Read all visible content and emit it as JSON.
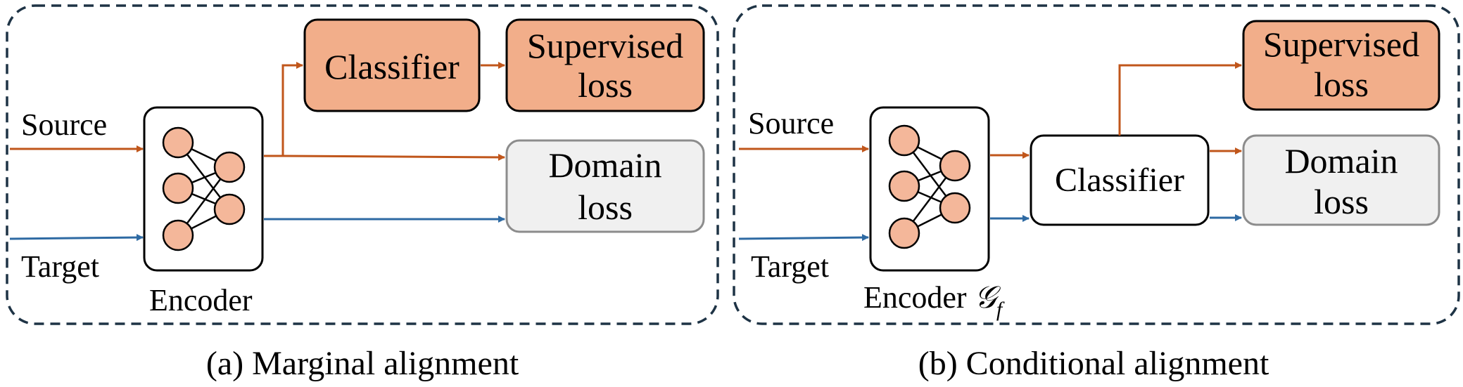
{
  "panel_a": {
    "caption": "(a) Marginal alignment",
    "source_label": "Source",
    "target_label": "Target",
    "encoder_label": "Encoder",
    "classifier_label": "Classifier",
    "supervised_loss_line1": "Supervised",
    "supervised_loss_line2": "loss",
    "domain_loss_line1": "Domain",
    "domain_loss_line2": "loss"
  },
  "panel_b": {
    "caption": "(b) Conditional alignment",
    "source_label": "Source",
    "target_label": "Target",
    "encoder_label": "Encoder",
    "encoder_symbol": "𝒢",
    "encoder_subscript": "f",
    "classifier_label": "Classifier",
    "supervised_loss_line1": "Supervised",
    "supervised_loss_line2": "loss",
    "domain_loss_line1": "Domain",
    "domain_loss_line2": "loss"
  },
  "colors": {
    "source_arrow": "#c0561b",
    "target_arrow": "#2e6aa3",
    "orange_box_fill": "#f2ae8a",
    "domain_box_fill": "#f0f0f0",
    "domain_box_stroke": "#8c8c8c",
    "node_fill": "#f4b79a",
    "panel_border": "#1e3345"
  }
}
